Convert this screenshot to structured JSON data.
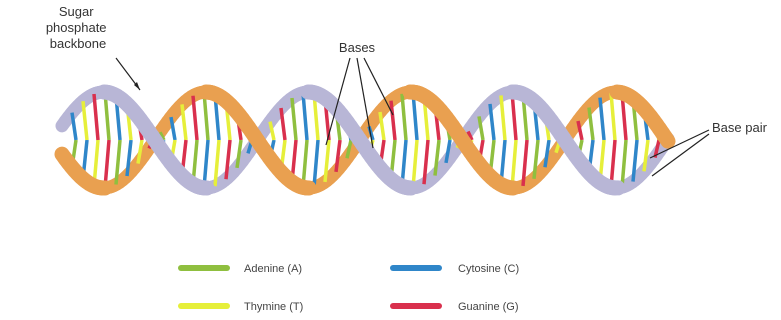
{
  "labels": {
    "backbone_line1": "Sugar",
    "backbone_line2": "phosphate",
    "backbone_line3": "backbone",
    "bases": "Bases",
    "base_pair": "Base pair"
  },
  "legend": [
    {
      "name": "Adenine (A)",
      "color": "#8fbf3f"
    },
    {
      "name": "Cytosine (C)",
      "color": "#2f86c9"
    },
    {
      "name": "Thymine (T)",
      "color": "#e6ef3a"
    },
    {
      "name": "Guanine (G)",
      "color": "#d9304d"
    }
  ],
  "colors": {
    "strand_orange": "#e9a050",
    "strand_lavender": "#b8b6d6"
  }
}
